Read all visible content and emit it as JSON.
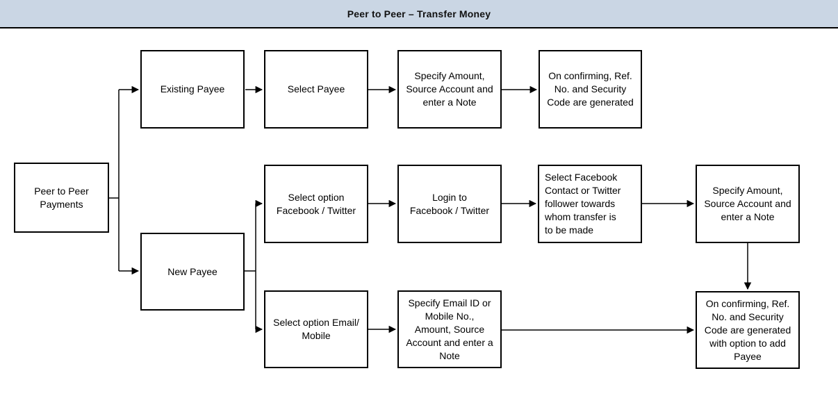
{
  "header": {
    "title": "Peer to Peer – Transfer Money"
  },
  "colors": {
    "header_background": "#CAD6E4",
    "node_background": "#FFFFFF",
    "line_color": "#000000",
    "text_color": "#000000"
  },
  "diagram": {
    "type": "flowchart",
    "nodes": [
      {
        "id": "peer-to-peer-payments",
        "label": "Peer to Peer\nPayments"
      },
      {
        "id": "existing-payee",
        "label": "Existing Payee"
      },
      {
        "id": "select-payee",
        "label": "Select Payee"
      },
      {
        "id": "specify-amount-source-note-top",
        "label": "Specify Amount,\nSource Account and\nenter a Note"
      },
      {
        "id": "on-confirming-ref-security-generated",
        "label": "On confirming, Ref.\nNo. and Security\nCode are generated"
      },
      {
        "id": "new-payee",
        "label": "New Payee"
      },
      {
        "id": "select-option-facebook-twitter",
        "label": "Select option\nFacebook / Twitter"
      },
      {
        "id": "login-facebook-twitter",
        "label": "Login to\nFacebook / Twitter"
      },
      {
        "id": "select-facebook-contact-twitter-follower",
        "label": "Select Facebook\nContact or Twitter\nfollower towards\nwhom transfer is\nto be made"
      },
      {
        "id": "specify-amount-source-note-mid",
        "label": "Specify Amount,\nSource Account and\nenter a Note"
      },
      {
        "id": "select-option-email-mobile",
        "label": "Select option Email/\nMobile"
      },
      {
        "id": "specify-email-mobile-amount-source-note",
        "label": "Specify Email ID or\nMobile No.,\nAmount, Source\nAccount and enter a\nNote"
      },
      {
        "id": "on-confirming-ref-security-add-payee",
        "label": "On confirming, Ref.\nNo. and Security\nCode are generated\nwith option to add\nPayee"
      }
    ],
    "edges": [
      "peer-to-peer-payments -> existing-payee",
      "peer-to-peer-payments -> new-payee",
      "existing-payee -> select-payee",
      "select-payee -> specify-amount-source-note-top",
      "specify-amount-source-note-top -> on-confirming-ref-security-generated",
      "new-payee -> select-option-facebook-twitter",
      "new-payee -> select-option-email-mobile",
      "select-option-facebook-twitter -> login-facebook-twitter",
      "login-facebook-twitter -> select-facebook-contact-twitter-follower",
      "select-facebook-contact-twitter-follower -> specify-amount-source-note-mid",
      "specify-amount-source-note-mid -> on-confirming-ref-security-add-payee",
      "select-option-email-mobile -> specify-email-mobile-amount-source-note",
      "specify-email-mobile-amount-source-note -> on-confirming-ref-security-add-payee"
    ]
  }
}
